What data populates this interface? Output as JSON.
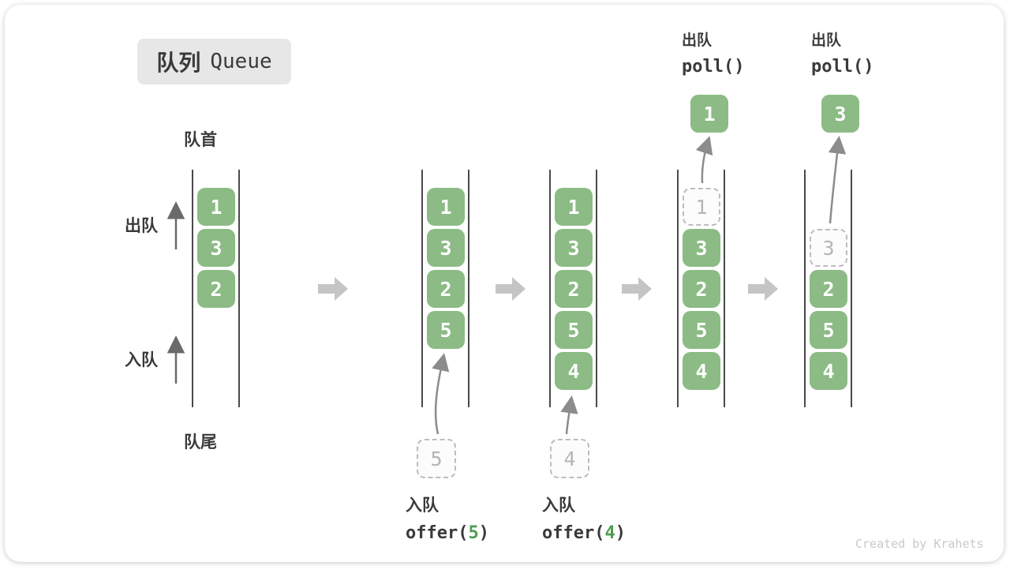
{
  "title": {
    "zh": "队列",
    "en": "Queue"
  },
  "front_label": "队首",
  "rear_label": "队尾",
  "side_labels": {
    "dequeue": "出队",
    "enqueue": "入队"
  },
  "colors": {
    "box_green": "#8cbb85",
    "code_arg_green": "#4e9b4e",
    "wall": "#4a4a4a",
    "arrow_gray": "#8c8c8c",
    "block_arrow_gray": "#c5c5c5"
  },
  "queue_states": [
    {
      "name": "initial",
      "slots": [
        {
          "row": 0,
          "value": "1"
        },
        {
          "row": 1,
          "value": "3"
        },
        {
          "row": 2,
          "value": "2"
        }
      ]
    },
    {
      "name": "after-offer-5",
      "slots": [
        {
          "row": 0,
          "value": "1"
        },
        {
          "row": 1,
          "value": "3"
        },
        {
          "row": 2,
          "value": "2"
        },
        {
          "row": 3,
          "value": "5"
        }
      ]
    },
    {
      "name": "after-offer-4",
      "slots": [
        {
          "row": 0,
          "value": "1"
        },
        {
          "row": 1,
          "value": "3"
        },
        {
          "row": 2,
          "value": "2"
        },
        {
          "row": 3,
          "value": "5"
        },
        {
          "row": 4,
          "value": "4"
        }
      ]
    },
    {
      "name": "after-poll-1",
      "slots": [
        {
          "row": 0,
          "value": "1",
          "ghost": true
        },
        {
          "row": 1,
          "value": "3"
        },
        {
          "row": 2,
          "value": "2"
        },
        {
          "row": 3,
          "value": "5"
        },
        {
          "row": 4,
          "value": "4"
        }
      ]
    },
    {
      "name": "after-poll-3",
      "slots": [
        {
          "row": 1,
          "value": "3",
          "ghost": true
        },
        {
          "row": 2,
          "value": "2"
        },
        {
          "row": 3,
          "value": "5"
        },
        {
          "row": 4,
          "value": "4"
        }
      ]
    }
  ],
  "enqueue_ops": [
    {
      "zh": "入队",
      "code_prefix": "offer(",
      "arg": "5",
      "code_suffix": ")",
      "incoming_value": "5"
    },
    {
      "zh": "入队",
      "code_prefix": "offer(",
      "arg": "4",
      "code_suffix": ")",
      "incoming_value": "4"
    }
  ],
  "dequeue_ops": [
    {
      "zh": "出队",
      "code": "poll()",
      "removed_value": "1"
    },
    {
      "zh": "出队",
      "code": "poll()",
      "removed_value": "3"
    }
  ],
  "watermark": "Created by Krahets"
}
